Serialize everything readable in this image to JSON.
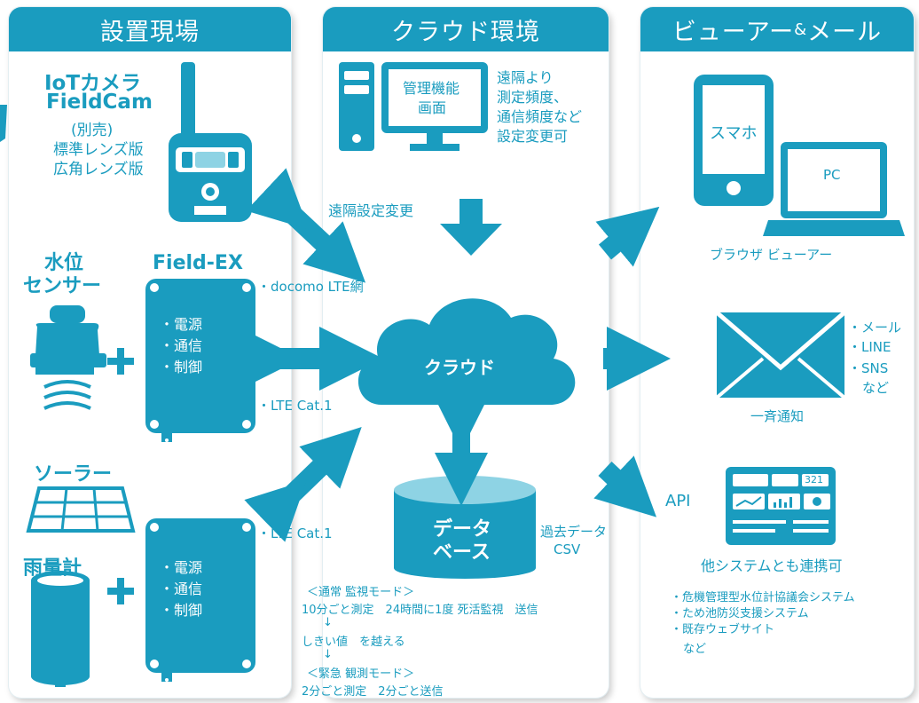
{
  "panels": {
    "site_title": "設置現場",
    "cloud_title": "クラウド環境",
    "viewer_title_main": "ビューアー",
    "viewer_title_amp": "&",
    "viewer_title_mail": "メール"
  },
  "site": {
    "camera_title_1": "IoTカメラ",
    "camera_title_2": "FieldCam",
    "camera_sub_1": "(別売)",
    "camera_sub_2": "標準レンズ版",
    "camera_sub_3": "広角レンズ版",
    "water_level_1": "水位",
    "water_level_2": "センサー",
    "field_ex": "Field-EX",
    "device_items_a": [
      "・電源",
      "・通信",
      "・制御"
    ],
    "device_items_b": [
      "・電源",
      "・通信",
      "・制御"
    ],
    "solar": "ソーラー",
    "rain_gauge": "雨量計",
    "plus": "+"
  },
  "cloud": {
    "admin_screen_1": "管理機能",
    "admin_screen_2": "画面",
    "remote_note": [
      "遠隔より",
      "測定頻度、",
      "通信頻度など",
      "設定変更可"
    ],
    "remote_config": "遠隔設定変更",
    "docomo": "・docomo LTE網",
    "lte_1": "・LTE Cat.1",
    "lte_2": "・LTE Cat.1",
    "cloud_label": "クラウド",
    "db_label_1": "データ",
    "db_label_2": "ベース",
    "past_data_1": "・過去データ",
    "past_data_2": "CSV",
    "modes": [
      "＜通常 監視モード＞",
      "10分ごと測定　24時間に1度 死活監視　送信",
      "↓",
      "しきい値　を越える",
      "↓",
      "＜緊急 観測モード＞",
      "2分ごと測定　2分ごと送信"
    ]
  },
  "viewer": {
    "phone_label": "スマホ",
    "pc_label": "PC",
    "browser_viewer": "ブラウザ ビューアー",
    "notify_items": [
      "・メール",
      "・LINE",
      "・SNS",
      "など"
    ],
    "broadcast": "一斉通知",
    "api": "API",
    "dashboard_number": "321",
    "other_systems": "他システムとも連携可",
    "systems": [
      "・危機管理型水位計協議会システム",
      "・ため池防災支援システム",
      "・既存ウェブサイト",
      "など"
    ]
  },
  "colors": {
    "primary": "#1a9cbf",
    "dark": "#146f8c",
    "light": "#8ed3e4"
  }
}
